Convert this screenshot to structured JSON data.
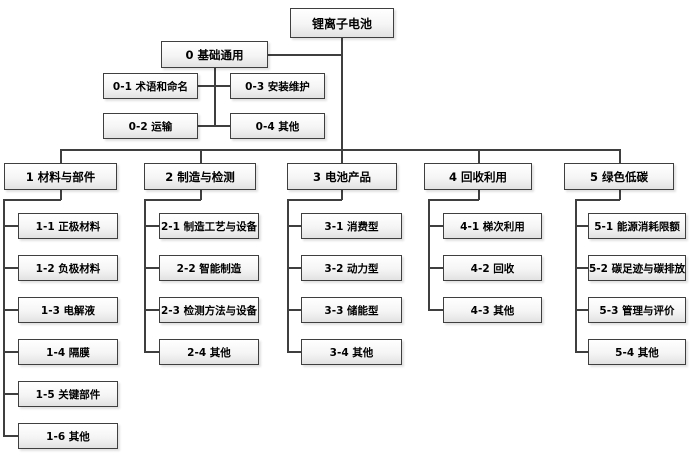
{
  "root": {
    "label": "锂离子电池"
  },
  "general": {
    "label": "0 基础通用",
    "children": [
      "0-1 术语和命名",
      "0-3 安装维护",
      "0-2 运输",
      "0-4 其他"
    ]
  },
  "branches": [
    {
      "label": "1 材料与部件",
      "children": [
        "1-1 正极材料",
        "1-2 负极材料",
        "1-3 电解液",
        "1-4 隔膜",
        "1-5 关键部件",
        "1-6 其他"
      ]
    },
    {
      "label": "2 制造与检测",
      "children": [
        "2-1 制造工艺与设备",
        "2-2 智能制造",
        "2-3 检测方法与设备",
        "2-4 其他"
      ]
    },
    {
      "label": "3 电池产品",
      "children": [
        "3-1 消费型",
        "3-2 动力型",
        "3-3 储能型",
        "3-4 其他"
      ]
    },
    {
      "label": "4 回收利用",
      "children": [
        "4-1 梯次利用",
        "4-2 回收",
        "4-3 其他"
      ]
    },
    {
      "label": "5 绿色低碳",
      "children": [
        "5-1 能源消耗限额",
        "5-2 碳足迹与碳排放",
        "5-3 管理与评价",
        "5-4 其他"
      ]
    }
  ],
  "colors": {
    "line": "#3f3f3f",
    "box_border": "#3f3f3f",
    "box_fill_top": "#ffffff",
    "box_fill_bottom": "#e2e2e2",
    "background": "#ffffff",
    "text": "#000000"
  }
}
